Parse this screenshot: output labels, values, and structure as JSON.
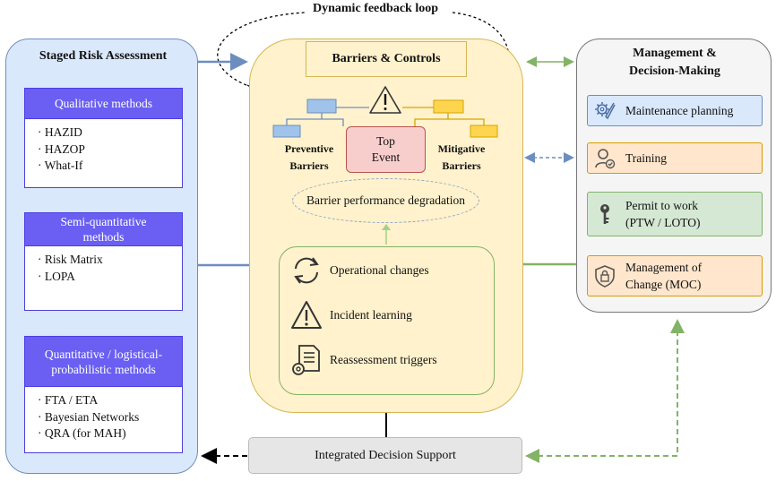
{
  "diagram": {
    "loop_label": "Dynamic feedback loop",
    "left": {
      "title": "Staged Risk Assessment",
      "stages": [
        {
          "header_line1": "Qualitative methods",
          "header_line2": "",
          "items": [
            "HAZID",
            "HAZOP",
            "What-If"
          ]
        },
        {
          "header_line1": "Semi-quantitative",
          "header_line2": "methods",
          "items": [
            "Risk Matrix",
            "LOPA"
          ]
        },
        {
          "header_line1": "Quantitative / logistical-",
          "header_line2": "probabilistic methods",
          "items": [
            "FTA / ETA",
            "Bayesian Networks",
            "QRA (for MAH)"
          ]
        }
      ]
    },
    "center": {
      "title": "Barriers & Controls",
      "top_event_line1": "Top",
      "top_event_line2": "Event",
      "preventive_line1": "Preventive",
      "preventive_line2": "Barriers",
      "mitigative_line1": "Mitigative",
      "mitigative_line2": "Barriers",
      "degradation": "Barrier performance degradation",
      "triggers": [
        {
          "label": "Operational changes",
          "icon": "cycle-arrows-icon"
        },
        {
          "label": "Incident learning",
          "icon": "warning-triangle-icon"
        },
        {
          "label": "Reassessment triggers",
          "icon": "document-gear-icon"
        }
      ]
    },
    "right": {
      "title_line1": "Management &",
      "title_line2": "Decision-Making",
      "items": [
        {
          "line1": "Maintenance planning",
          "line2": "",
          "icon": "gear-wrench-icon",
          "fill": "#dae8fc",
          "stroke": "#6c8ebf"
        },
        {
          "line1": "Training",
          "line2": "",
          "icon": "person-check-icon",
          "fill": "#ffe6cc",
          "stroke": "#d79b00"
        },
        {
          "line1": "Permit to work",
          "line2": "(PTW / LOTO)",
          "icon": "key-icon",
          "fill": "#d5e8d4",
          "stroke": "#82b366"
        },
        {
          "line1": "Management of",
          "line2": "Change (MOC)",
          "icon": "shield-lock-icon",
          "fill": "#ffe6cc",
          "stroke": "#d79b00"
        }
      ]
    },
    "bottom": {
      "label": "Integrated Decision Support"
    },
    "colors": {
      "left_fill": "#dae8fc",
      "method_header": "#6a5ff2",
      "center_fill": "#fff2cc",
      "top_event_fill": "#f8cecc",
      "right_fill": "#f5f5f5",
      "green_arrow": "#82b366",
      "blue_arrow": "#6c8ebf"
    }
  }
}
